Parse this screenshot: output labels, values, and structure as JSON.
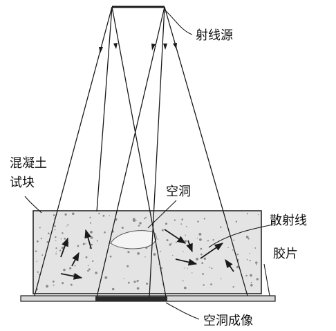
{
  "labels": {
    "source": "射线源",
    "specimen_line1": "混凝土",
    "specimen_line2": "试块",
    "void": "空洞",
    "scatter": "散射线",
    "film": "胶片",
    "void_image": "空洞成像"
  },
  "colors": {
    "line": "#1a1a1a",
    "block_fill": "#e4e4e4",
    "film_fill": "#d8d8d8",
    "void_image": "#2a2a2a",
    "speckle": "#8a8a8a"
  }
}
